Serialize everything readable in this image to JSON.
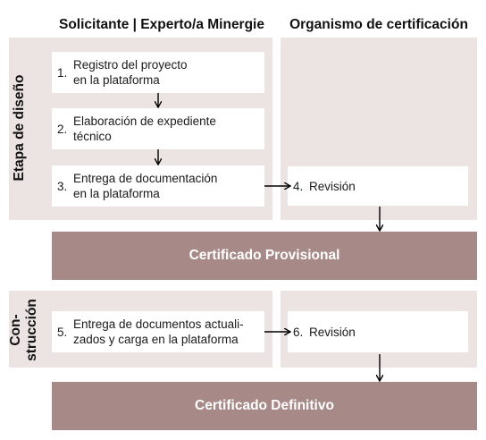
{
  "columns": {
    "left_header": "Solicitante | Experto/a Minergie",
    "right_header": "Organismo de certificación"
  },
  "phases": {
    "design_label": "Etapa de diseño",
    "construction_label": "Con-\nstrucción"
  },
  "steps": [
    {
      "num": "1.",
      "text": "Registro del proyecto\nen la plataforma"
    },
    {
      "num": "2.",
      "text": "Elaboración de expediente\ntécnico"
    },
    {
      "num": "3.",
      "text": "Entrega de documentación\nen la plataforma"
    },
    {
      "num": "4.",
      "text": "Revisión"
    },
    {
      "num": "5.",
      "text": "Entrega de documentos actuali-\nzados y carga en la plataforma"
    },
    {
      "num": "6.",
      "text": "Revisión"
    }
  ],
  "certificates": {
    "provisional": "Certificado Provisional",
    "definitive": "Certificado Definitivo"
  },
  "colors": {
    "phase_background": "#ece4e3",
    "certificate_bar": "#a78a87",
    "arrow": "#000000"
  }
}
